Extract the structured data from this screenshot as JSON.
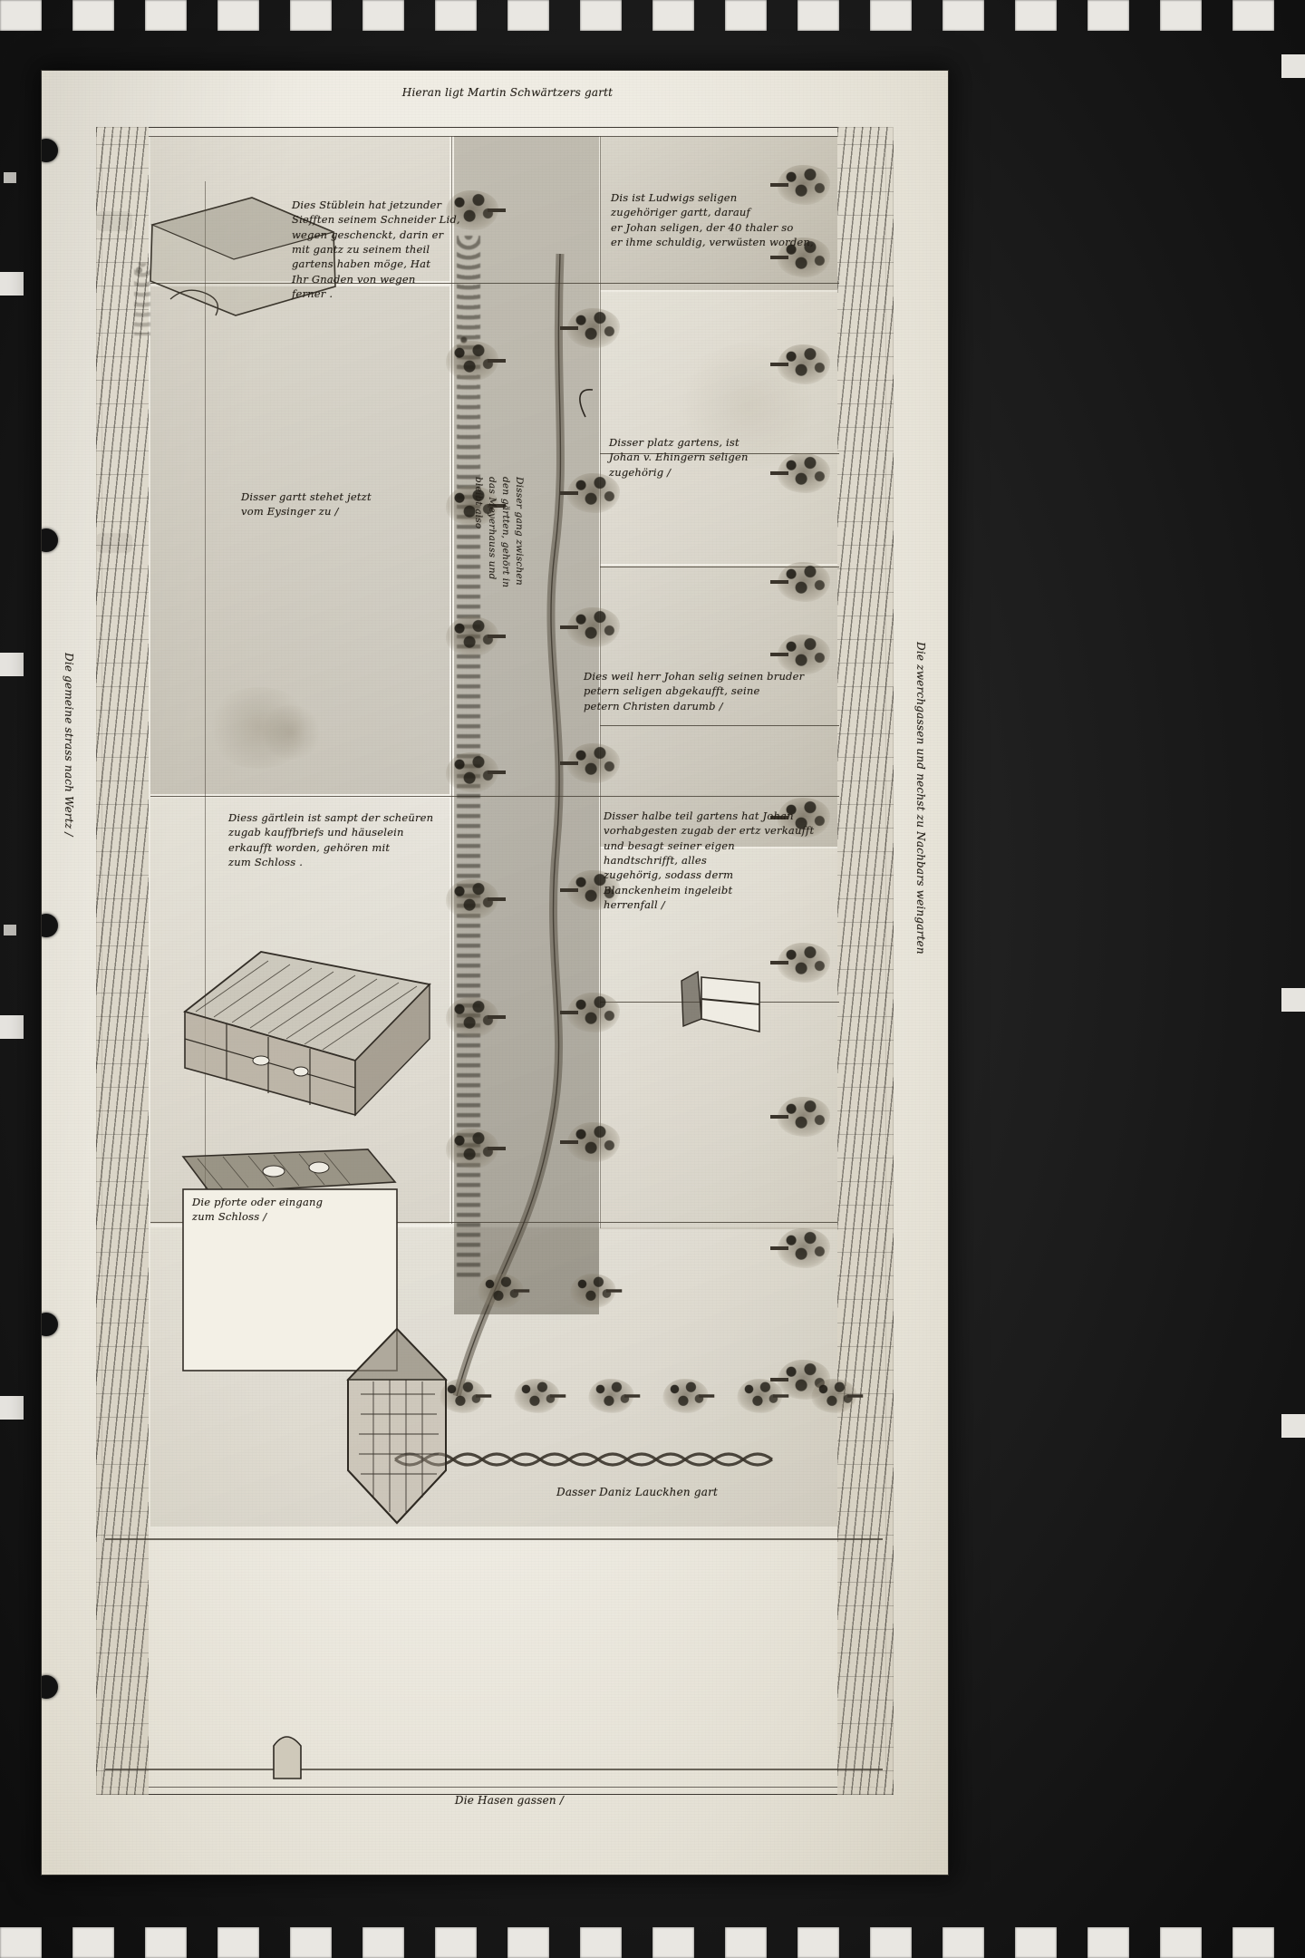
{
  "document": {
    "kind": "archival photographic reproduction of a 16th-century hand-drawn property plan",
    "script": "German Kurrent cursive",
    "ink_color": "#241f18",
    "paper_color": "#efece3",
    "film_color": "#141414"
  },
  "captions": {
    "top": "Hieran ligt Martin Schwärtzers gartt",
    "bottom_garden": "Dasser Daniz Lauckhen gart",
    "bottom_street": "Die Hasen gassen /",
    "left_street": "Die gemeine strass nach Wertz /",
    "right_street": "Die zwerchgassen und nechst zu Nachbars weingarten"
  },
  "annotations": [
    {
      "id": "upper-left-house",
      "lines": [
        "Dies Stüblein hat jetzunder",
        "Siefften seinem Schneider Lid,",
        "wegen geschenckt, darin er",
        "mit gantz zu seinem theil",
        "gartens haben möge, Hat",
        "Ihr Gnaden von wegen",
        "ferner ."
      ]
    },
    {
      "id": "upper-right-ludwig",
      "lines": [
        "Dis ist Ludwigs seligen",
        "zugehöriger gartt, darauf",
        "er Johan seligen, der 40 thaler so",
        "er ihme schuldig, verwüsten worden,"
      ]
    },
    {
      "id": "left-eysinger",
      "lines": [
        "Disser gartt stehet jetzt",
        "vom Eysinger zu /"
      ]
    },
    {
      "id": "right-ehinger",
      "lines": [
        "Disser platz gartens, ist",
        "Johan v. Ehingern seligen",
        "zugehörig /"
      ]
    },
    {
      "id": "right-johan-selig",
      "lines": [
        "Dies weil herr Johan selig seinen bruder",
        "petern seligen abgekaufft, seine",
        "petern Christen darumb /"
      ]
    },
    {
      "id": "vertical-center-path",
      "lines": [
        "Disser gang zwischen",
        "den gärtten, gehört in",
        "das Meyerhauss und",
        "bleibt also"
      ]
    },
    {
      "id": "left-scheuer",
      "lines": [
        "Diess gärtlein ist sampt der scheüren",
        "zugab kauffbriefs und häuselein",
        "erkaufft worden, gehören mit",
        "zum Schloss ."
      ]
    },
    {
      "id": "right-halbteil",
      "lines": [
        "Disser halbe teil gartens hat Johan",
        "vorhabgesten zugab der ertz verkaufft",
        "und besagt seiner eigen",
        "handtschrifft, alles",
        "zugehörig, sodass derm",
        "Blanckenheim ingeleibt",
        "herrenfall /"
      ]
    },
    {
      "id": "gate-left",
      "lines": [
        "Die pforte oder eingang",
        "zum Schloss /"
      ]
    }
  ],
  "plan_features": {
    "hedge_rows": 2,
    "tree_count": 34,
    "parcel_count": 9,
    "buildings": [
      "upper-left-shed",
      "center-left-barn",
      "lower-left-gatehouse",
      "bottom-tower-gate",
      "right-small-structure"
    ],
    "streets": [
      "left-street-band",
      "right-street-band",
      "bottom-hasen-gasse"
    ]
  },
  "film_marks": {
    "sprocket_count_top": 18,
    "sprocket_count_bottom": 18,
    "punch_hole_count": 5
  }
}
